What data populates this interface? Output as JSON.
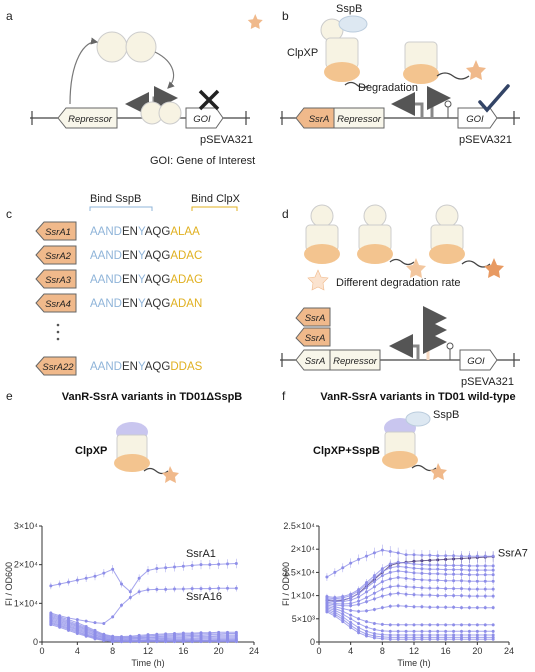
{
  "panels": {
    "a": {
      "letter": "a",
      "repressor": "Repressor",
      "goi": "GOI",
      "plasmid": "pSEVA321",
      "caption": "GOI: Gene of Interest"
    },
    "b": {
      "letter": "b",
      "sspb": "SspB",
      "clpxp": "ClpXP",
      "degradation": "Degradation",
      "ssra": "SsrA",
      "repressor": "Repressor",
      "goi": "GOI",
      "plasmid": "pSEVA321"
    },
    "c": {
      "letter": "c",
      "bind_sspb": "Bind SspB",
      "bind_clpx": "Bind ClpX",
      "rows": [
        {
          "tag": "SsrA1",
          "s1": "AAND",
          "s2": "EN",
          "s3": "Y",
          "s4": "AQG",
          "s5": "ALAA"
        },
        {
          "tag": "SsrA2",
          "s1": "AAND",
          "s2": "EN",
          "s3": "Y",
          "s4": "AQG",
          "s5": "ADAC"
        },
        {
          "tag": "SsrA3",
          "s1": "AAND",
          "s2": "EN",
          "s3": "Y",
          "s4": "AQG",
          "s5": "ADAG"
        },
        {
          "tag": "SsrA4",
          "s1": "AAND",
          "s2": "EN",
          "s3": "Y",
          "s4": "AQG",
          "s5": "ADAN"
        },
        {
          "tag": "SsrA22",
          "s1": "AAND",
          "s2": "EN",
          "s3": "Y",
          "s4": "AQG",
          "s5": "DDAS"
        }
      ]
    },
    "d": {
      "letter": "d",
      "rate": "Different degradation rate",
      "ssra1": "SsrA",
      "ssra2": "SsrA",
      "ssra3": "SsrA",
      "repressor": "Repressor",
      "goi": "GOI",
      "plasmid": "pSEVA321"
    },
    "e": {
      "letter": "e",
      "title": "VanR-SsrA variants in TD01ΔSspB",
      "enzyme": "ClpXP",
      "ann1": "SsrA1",
      "ann2": "SsrA16"
    },
    "f": {
      "letter": "f",
      "title": "VanR-SsrA variants in TD01 wild-type",
      "enzyme": "ClpXP+SspB",
      "sspb": "SspB",
      "ann1": "SsrA7"
    }
  },
  "colors": {
    "seq_blue": "#8fb4d9",
    "seq_gold": "#e0b020",
    "seq_dark": "#333333",
    "tag_fill": "#f0b98b",
    "clp_fill": "#f3c48f",
    "ring_fill": "#f7f3e3",
    "sspb_fill": "#dde8f2",
    "series": "#8e8ee8",
    "dark_series": "#4b3a7a",
    "promoter_fill": "#f0b98b",
    "check": "#334466",
    "cross": "#222222"
  },
  "chart_data": [
    {
      "type": "line",
      "title": "VanR-SsrA variants in TD01ΔSspB",
      "xlabel": "Time (h)",
      "ylabel": "FI / OD600",
      "ylim": [
        0,
        30000
      ],
      "xlim": [
        0,
        24
      ],
      "x_ticks": [
        0,
        4,
        8,
        12,
        16,
        20,
        24
      ],
      "y_ticks": [
        {
          "v": 0,
          "label": "0"
        },
        {
          "v": 10000,
          "label": "1×10⁴"
        },
        {
          "v": 20000,
          "label": "2×10⁴"
        },
        {
          "v": 30000,
          "label": "3×10⁴"
        }
      ],
      "x": [
        1,
        2,
        3,
        4,
        5,
        6,
        7,
        8,
        9,
        10,
        11,
        12,
        13,
        14,
        15,
        16,
        17,
        18,
        19,
        20,
        21,
        22
      ],
      "series": [
        {
          "name": "SsrA1",
          "values": [
            14500,
            15000,
            15500,
            16000,
            16500,
            17000,
            17800,
            18800,
            15000,
            13000,
            16500,
            18500,
            19000,
            19200,
            19400,
            19600,
            19800,
            20000,
            20000,
            20100,
            20200,
            20300
          ]
        },
        {
          "name": "SsrA16",
          "values": [
            7500,
            6800,
            6200,
            5800,
            5400,
            5000,
            4800,
            6500,
            9500,
            11500,
            13000,
            13500,
            13600,
            13600,
            13700,
            13700,
            13800,
            13800,
            13800,
            13900,
            13900,
            13900
          ]
        },
        {
          "values": [
            7200,
            6500,
            5800,
            5000,
            4000,
            3000,
            2000,
            1500,
            1400,
            1500,
            1700,
            1900,
            2000,
            2100,
            2200,
            2300,
            2300,
            2400,
            2400,
            2500,
            2500,
            2500
          ]
        },
        {
          "values": [
            6900,
            6200,
            5400,
            4600,
            3700,
            2700,
            1800,
            1300,
            1200,
            1300,
            1400,
            1600,
            1700,
            1800,
            1900,
            2000,
            2000,
            2100,
            2100,
            2100,
            2200,
            2200
          ]
        },
        {
          "values": [
            6600,
            5900,
            5100,
            4300,
            3400,
            2500,
            1600,
            1100,
            1000,
            1100,
            1200,
            1300,
            1400,
            1500,
            1600,
            1600,
            1700,
            1700,
            1800,
            1800,
            1800,
            1800
          ]
        },
        {
          "values": [
            6300,
            5600,
            4800,
            4000,
            3100,
            2200,
            1400,
            900,
            800,
            900,
            1000,
            1100,
            1200,
            1200,
            1300,
            1300,
            1400,
            1400,
            1400,
            1500,
            1500,
            1500
          ]
        },
        {
          "values": [
            6000,
            5300,
            4500,
            3700,
            2800,
            1900,
            1200,
            700,
            600,
            700,
            800,
            800,
            900,
            900,
            1000,
            1000,
            1000,
            1100,
            1100,
            1100,
            1100,
            1100
          ]
        },
        {
          "values": [
            5700,
            5000,
            4200,
            3400,
            2500,
            1700,
            1000,
            500,
            400,
            500,
            500,
            600,
            600,
            700,
            700,
            700,
            700,
            800,
            800,
            800,
            800,
            800
          ]
        },
        {
          "values": [
            5400,
            4700,
            3900,
            3100,
            2200,
            1400,
            800,
            400,
            300,
            300,
            400,
            400,
            400,
            500,
            500,
            500,
            500,
            500,
            500,
            600,
            600,
            600
          ]
        },
        {
          "values": [
            5100,
            4400,
            3600,
            2800,
            1900,
            1200,
            600,
            300,
            200,
            200,
            200,
            300,
            300,
            300,
            300,
            300,
            300,
            400,
            400,
            400,
            400,
            400
          ]
        },
        {
          "values": [
            4800,
            4100,
            3300,
            2500,
            1700,
            1000,
            500,
            200,
            100,
            100,
            100,
            200,
            200,
            200,
            200,
            200,
            200,
            200,
            200,
            200,
            200,
            200
          ]
        },
        {
          "values": [
            4500,
            3800,
            3000,
            2200,
            1500,
            800,
            400,
            100,
            100,
            100,
            100,
            100,
            100,
            100,
            100,
            100,
            100,
            100,
            100,
            100,
            100,
            100
          ]
        }
      ]
    },
    {
      "type": "line",
      "title": "VanR-SsrA variants in TD01 wild-type",
      "xlabel": "Time (h)",
      "ylabel": "FI / OD600",
      "ylim": [
        0,
        25000
      ],
      "xlim": [
        0,
        24
      ],
      "x_ticks": [
        0,
        4,
        8,
        12,
        16,
        20,
        24
      ],
      "y_ticks": [
        {
          "v": 0,
          "label": "0"
        },
        {
          "v": 5000,
          "label": "5×10³"
        },
        {
          "v": 10000,
          "label": "1×10⁴"
        },
        {
          "v": 15000,
          "label": "1.5×10⁴"
        },
        {
          "v": 20000,
          "label": "2×10⁴"
        },
        {
          "v": 25000,
          "label": "2.5×10⁴"
        }
      ],
      "x": [
        1,
        2,
        3,
        4,
        5,
        6,
        7,
        8,
        9,
        10,
        11,
        12,
        13,
        14,
        15,
        16,
        17,
        18,
        19,
        20,
        21,
        22
      ],
      "series": [
        {
          "name": "SsrA7",
          "values": [
            9000,
            8800,
            9000,
            9500,
            10500,
            12000,
            13500,
            15000,
            16500,
            17000,
            17200,
            17400,
            17500,
            17600,
            17700,
            17800,
            17900,
            18000,
            18100,
            18200,
            18300,
            18400
          ]
        },
        {
          "values": [
            14000,
            15000,
            16000,
            17000,
            17800,
            18500,
            19200,
            19800,
            19500,
            19200,
            18800,
            18800,
            18700,
            18700,
            18600,
            18600,
            18600,
            18500,
            18500,
            18500,
            18500,
            18500
          ]
        },
        {
          "values": [
            9800,
            9600,
            9800,
            10300,
            11300,
            12800,
            14300,
            15800,
            16800,
            17200,
            17000,
            16800,
            16700,
            16600,
            16600,
            16500,
            16500,
            16500,
            16400,
            16400,
            16400,
            16400
          ]
        },
        {
          "values": [
            9500,
            9300,
            9500,
            10000,
            11000,
            12400,
            13800,
            15200,
            16000,
            16300,
            16100,
            15900,
            15800,
            15700,
            15700,
            15600,
            15600,
            15600,
            15500,
            15500,
            15500,
            15500
          ]
        },
        {
          "values": [
            9200,
            9000,
            9100,
            9500,
            10400,
            11700,
            13000,
            14300,
            15000,
            15300,
            15100,
            14900,
            14800,
            14700,
            14700,
            14600,
            14600,
            14600,
            14500,
            14500,
            14500,
            14500
          ]
        },
        {
          "values": [
            8900,
            8700,
            8700,
            9000,
            9700,
            10800,
            11900,
            13000,
            13600,
            13900,
            13700,
            13500,
            13400,
            13300,
            13300,
            13200,
            13200,
            13200,
            13100,
            13100,
            13100,
            13100
          ]
        },
        {
          "values": [
            8600,
            8300,
            8200,
            8300,
            8800,
            9600,
            10500,
            11400,
            11900,
            12100,
            11900,
            11800,
            11700,
            11600,
            11600,
            11500,
            11500,
            11500,
            11400,
            11400,
            11400,
            11400
          ]
        },
        {
          "values": [
            8300,
            8000,
            7800,
            7800,
            8100,
            8700,
            9300,
            9900,
            10300,
            10500,
            10300,
            10200,
            10100,
            10100,
            10000,
            10000,
            10000,
            10000,
            9900,
            9900,
            9900,
            9900
          ]
        },
        {
          "values": [
            8000,
            7600,
            7200,
            6800,
            6600,
            6700,
            7000,
            7400,
            7700,
            7800,
            7700,
            7600,
            7600,
            7500,
            7500,
            7500,
            7500,
            7400,
            7400,
            7400,
            7400,
            7400
          ]
        },
        {
          "values": [
            7700,
            7200,
            6600,
            5800,
            5000,
            4400,
            4000,
            3800,
            3700,
            3700,
            3700,
            3700,
            3700,
            3700,
            3700,
            3700,
            3700,
            3700,
            3700,
            3700,
            3700,
            3700
          ]
        },
        {
          "values": [
            7400,
            6800,
            6000,
            5000,
            4000,
            3200,
            2700,
            2400,
            2300,
            2300,
            2300,
            2300,
            2300,
            2300,
            2300,
            2300,
            2300,
            2300,
            2300,
            2300,
            2300,
            2300
          ]
        },
        {
          "values": [
            7100,
            6400,
            5400,
            4200,
            3100,
            2300,
            1800,
            1600,
            1500,
            1500,
            1500,
            1500,
            1500,
            1500,
            1500,
            1500,
            1500,
            1500,
            1500,
            1500,
            1500,
            1500
          ]
        },
        {
          "values": [
            6800,
            6000,
            4900,
            3600,
            2500,
            1700,
            1300,
            1100,
            1000,
            1000,
            1000,
            1000,
            1000,
            1000,
            1000,
            1000,
            1000,
            1000,
            1000,
            1000,
            1000,
            1000
          ]
        },
        {
          "values": [
            6500,
            5600,
            4400,
            3100,
            2000,
            1300,
            900,
            700,
            600,
            600,
            600,
            600,
            600,
            600,
            600,
            600,
            600,
            600,
            600,
            600,
            600,
            600
          ]
        }
      ]
    }
  ]
}
